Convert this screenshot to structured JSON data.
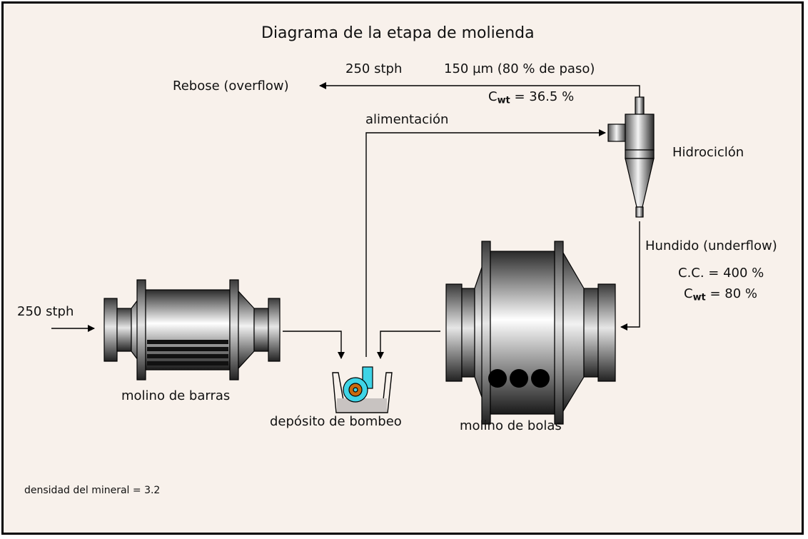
{
  "title": "Diagrama de la etapa de molienda",
  "overflow": {
    "label": "Rebose (overflow)",
    "flow": "250 stph",
    "size": "150 µm (80 % de paso)",
    "cwt_symbol": "C",
    "cwt_sub": "wt",
    "cwt_value": " = 36.5 %"
  },
  "feed_label": "alimentación",
  "hydrocyclone_label": "Hidrociclón",
  "underflow": {
    "label": "Hundido (underflow)",
    "cc": "C.C. = 400 %",
    "cwt_symbol": "C",
    "cwt_sub": "wt",
    "cwt_value": " = 80 %"
  },
  "input_flow": "250 stph",
  "rod_mill_label": "molino de barras",
  "sump_label": "depósito de bombeo",
  "ball_mill_label": "molino de bolas",
  "density_note": "densidad del mineral = 3.2",
  "colors": {
    "background": "#f8f1eb",
    "pump": "#3fd4e6",
    "impeller": "#c86a10",
    "sump_liquid": "#c8c3c1"
  }
}
